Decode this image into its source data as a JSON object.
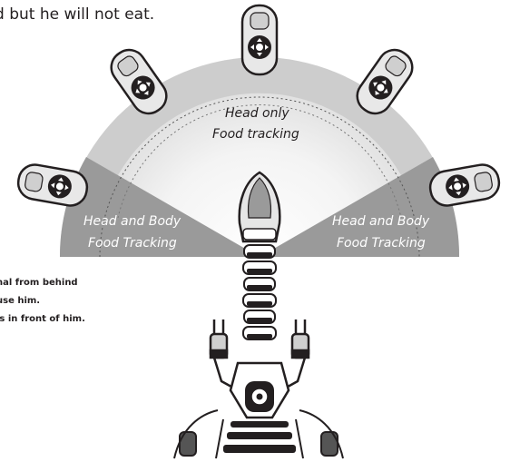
{
  "top_text": "d but he will not eat.",
  "labels": {
    "center_line1": "Head only",
    "center_line2": "Food tracking",
    "left_line1": "Head and Body",
    "left_line2": "Food Tracking",
    "right_line1": "Head and Body",
    "right_line2": "Food Tracking"
  },
  "notes": [
    "nal from behind",
    "use him.",
    "is in front of him."
  ],
  "colors": {
    "outer_band": "#cdcdcd",
    "side_sector": "#9a9a9a",
    "inner_glow": "#ffffff",
    "robot_dark": "#231f20"
  }
}
